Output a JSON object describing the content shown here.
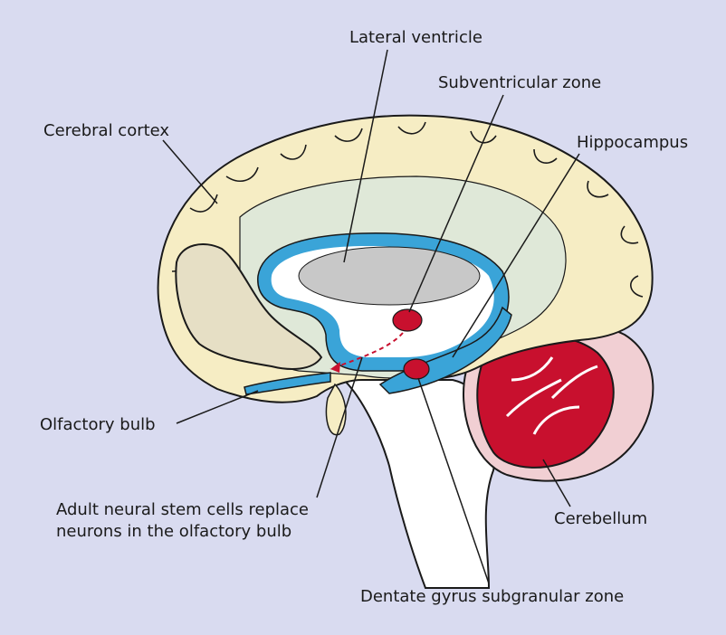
{
  "labels": {
    "lateral_ventricle": "Lateral ventricle",
    "subventricular_zone": "Subventricular zone",
    "cerebral_cortex": "Cerebral cortex",
    "hippocampus": "Hippocampus",
    "olfactory_bulb": "Olfactory bulb",
    "adult_stem_cells_line1": "Adult neural stem cells replace",
    "adult_stem_cells_line2": "neurons in the olfactory bulb",
    "cerebellum": "Cerebellum",
    "dentate_gyrus": "Dentate gyrus subgranular zone"
  },
  "colors": {
    "background": "#d9dbf0",
    "cortex": "#f6edc4",
    "white_matter": "#dfe8d8",
    "ventricle": "#c8c8c8",
    "ventricle_lining": "#3aa4d8",
    "neurogenic_niche": "#c8102e",
    "cerebellum": "#c8102e",
    "brainstem": "#ffffff",
    "outline": "#1a1a1a"
  }
}
